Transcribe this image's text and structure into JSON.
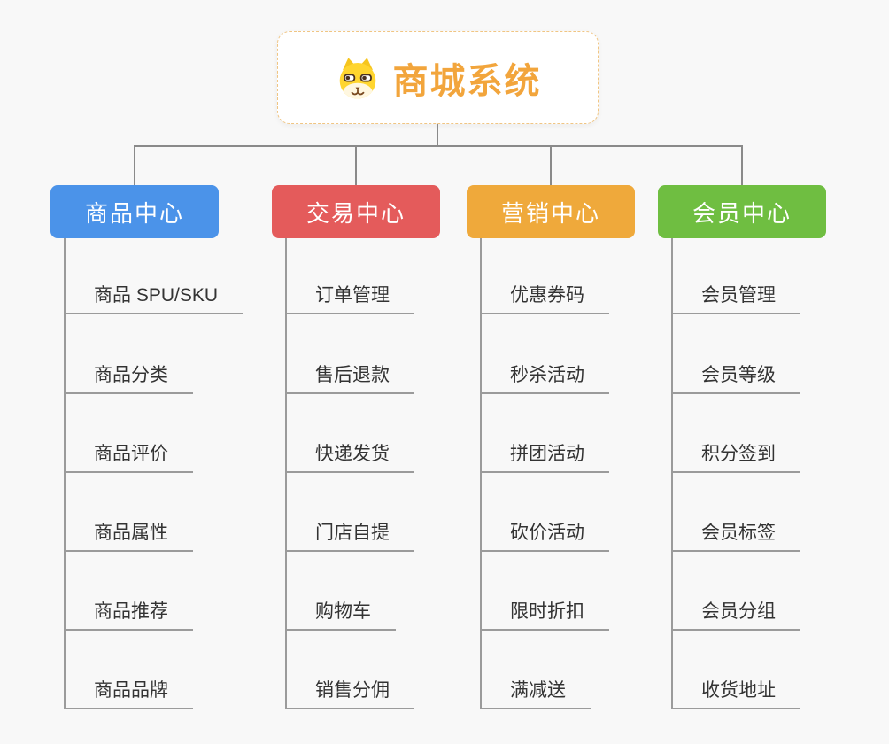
{
  "background_color": "#f8f8f8",
  "connector_color": "#8a8a8a",
  "sub_line_color": "#9b9b9b",
  "root": {
    "title": "商城系统",
    "icon": "dog-face-icon",
    "text_color": "#f2a53c",
    "border_color": "#f0c583",
    "background": "#ffffff"
  },
  "branches": [
    {
      "slug": "product-center",
      "label": "商品中心",
      "color": "#4b93e9",
      "children": [
        "商品 SPU/SKU",
        "商品分类",
        "商品评价",
        "商品属性",
        "商品推荐",
        "商品品牌"
      ]
    },
    {
      "slug": "trade-center",
      "label": "交易中心",
      "color": "#e45b5b",
      "children": [
        "订单管理",
        "售后退款",
        "快递发货",
        "门店自提",
        "购物车",
        "销售分佣"
      ]
    },
    {
      "slug": "marketing-center",
      "label": "营销中心",
      "color": "#efa93b",
      "children": [
        "优惠券码",
        "秒杀活动",
        "拼团活动",
        "砍价活动",
        "限时折扣",
        "满减送"
      ]
    },
    {
      "slug": "member-center",
      "label": "会员中心",
      "color": "#6fbe41",
      "children": [
        "会员管理",
        "会员等级",
        "积分签到",
        "会员标签",
        "会员分组",
        "收货地址"
      ]
    }
  ]
}
